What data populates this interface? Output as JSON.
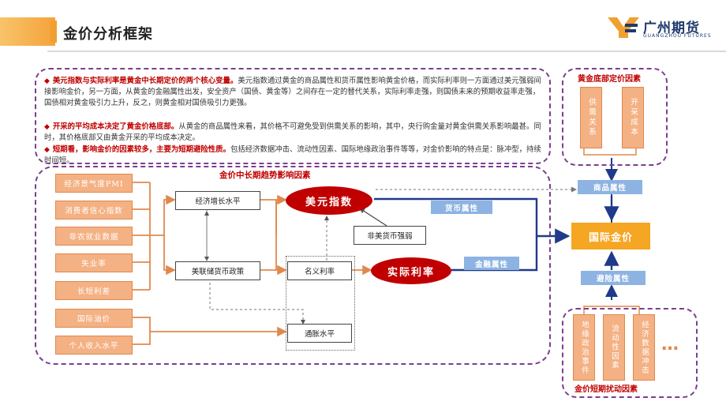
{
  "header": {
    "title": "金价分析框架",
    "logo_cn": "广州期货",
    "logo_en": "GUANGZHOU FUTURES"
  },
  "summary": {
    "p1_highlight": "美元指数与实际利率是黄金中长期定价的两个核心变量。",
    "p1_text": "美元指数通过黄金的商品属性和货币属性影响黄金价格，而实际利率则一方面通过美元强弱间接影响金价，另一方面，从黄金的金融属性出发，安全资产（国债、黄金等）之间存在一定的替代关系，实际利率走强，则国债未来的预期收益率走强，国债相对黄金吸引力上升，反之，则黄金相对国债吸引力更强。",
    "p2_highlight": "开采的平均成本决定了黄金价格底部。",
    "p2_text": "从黄金的商品属性来看，其价格不可避免受到供需关系的影响，其中，央行购金量对黄金供需关系影响最甚。同时，其价格底部又由黄金开采的平均成本决定。",
    "p3_highlight": "短期看，影响金价的因素较多，主要为短期避险性质。",
    "p3_text": "包括经济数据冲击、流动性因素、国际地缘政治事件等等，对金价影响的特点是：脉冲型，持续时间短。"
  },
  "diagram": {
    "title": "金价中长期趋势影响因素",
    "left_factors": [
      "经济景气度PMI",
      "消费者信心指数",
      "非农就业数据",
      "失业率",
      "长短利差",
      "国际油价",
      "个人收入水平"
    ],
    "mid_boxes": {
      "growth": "经济增长水平",
      "fed": "美联储货币政策",
      "nominal": "名义利率",
      "inflation": "通胀水平",
      "non_us": "非美货币强弱"
    },
    "usd_index": "美元指数",
    "real_rate": "实际利率",
    "currency_attr": "货币属性",
    "financial_attr": "金融属性"
  },
  "right_panel": {
    "bottom_title": "黄金底部定价因素",
    "supply_demand": "供需关系",
    "mining_cost": "开采成本",
    "commodity_attr": "商品属性",
    "intl_gold": "国际金价",
    "hedge_attr": "避险属性",
    "short_title": "金价短期扰动因素",
    "geopolitics": "地缘政治事件",
    "liquidity": "流动性因素",
    "econ_shock": "经济数据冲击",
    "ellipsis": "…"
  },
  "colors": {
    "accent_red": "#c00000",
    "orange_box": "#f4b183",
    "gold_box": "#f5a623",
    "blue_tag": "#8db3e2",
    "arrow_blue": "#1f3a8a",
    "frame_purple": "#7b3f8f"
  }
}
